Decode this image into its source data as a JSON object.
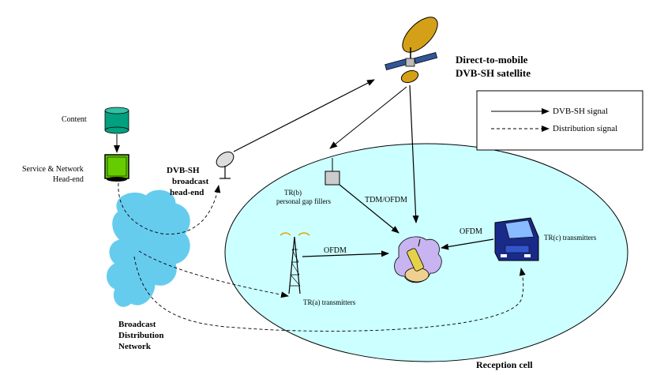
{
  "satellite": {
    "line1": "Direct-to-mobile",
    "line2": "DVB-SH satellite"
  },
  "legend": {
    "solid_label": "DVB-SH signal",
    "dashed_label": "Distribution signal"
  },
  "content": {
    "label": "Content"
  },
  "headend": {
    "line1": "Service & Network",
    "line2": "Head-end"
  },
  "broadcast_headend": {
    "line1": "DVB-SH",
    "line2": "broadcast",
    "line3": "head-end"
  },
  "network": {
    "line1": "Broadcast",
    "line2": "Distribution",
    "line3": "Network"
  },
  "gap_fillers": {
    "line1": "TR(b)",
    "line2": "personal gap fillers"
  },
  "tdm_ofdm": "TDM/OFDM",
  "ofdm_left": "OFDM",
  "ofdm_right": "OFDM",
  "tr_a": "TR(a) transmitters",
  "tr_c": "TR(c) transmitters",
  "reception_cell": "Reception cell",
  "colors": {
    "cell_fill": "#ccffff",
    "cloud_fill": "#66ccee",
    "content_fill": "#00a080",
    "headend_fill": "#66cc00",
    "satellite_gold": "#d4a017"
  }
}
